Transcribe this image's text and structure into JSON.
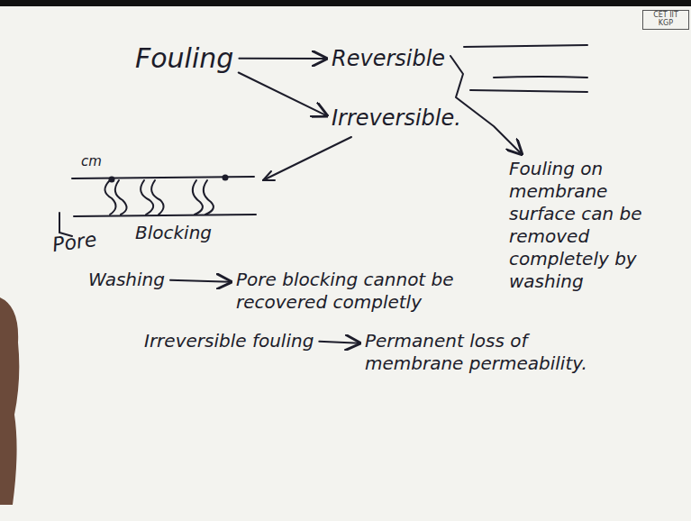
{
  "diagram": {
    "nodes": [
      {
        "text": [
          "CET IIT KGP"
        ]
      },
      {
        "text": [
          "Fouling"
        ]
      },
      {
        "text": [
          "Reversible"
        ]
      },
      {
        "text": [
          "Irreversible."
        ]
      },
      {
        "text": [
          "Fouling on membrane surface can be removed completely by washing"
        ]
      },
      {
        "text": [
          "Washing"
        ]
      },
      {
        "text": [
          "Pore blocking cannot be recovered completly"
        ]
      },
      {
        "text": [
          "Irreversible fouling"
        ]
      },
      {
        "text": [
          "Permanent loss of membrane permeability."
        ]
      }
    ],
    "edges": [
      {
        "from": 1,
        "to": 2,
        "arrow": "to"
      },
      {
        "from": 1,
        "to": 3,
        "arrow": "to"
      },
      {
        "from": 2,
        "to": 4,
        "arrow": "to"
      },
      {
        "from": 5,
        "to": 6,
        "arrow": "to"
      },
      {
        "from": 7,
        "to": 8,
        "arrow": "to"
      }
    ],
    "labels": [
      "cm",
      "Pore",
      "Blocking"
    ]
  }
}
